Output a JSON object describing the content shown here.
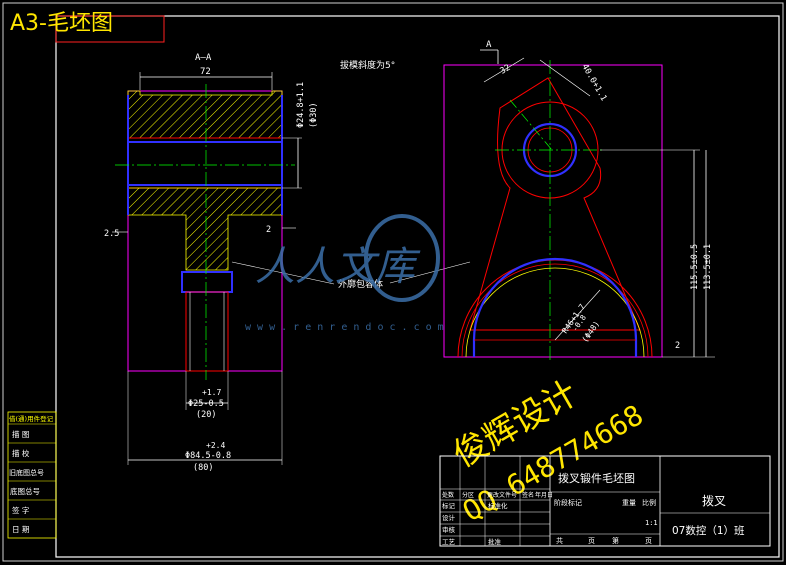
{
  "sheet": {
    "title": "A3-毛坯图"
  },
  "section_view": {
    "label": "A—A",
    "top_width": "72",
    "bore_dim": "Φ24.8+1.1",
    "bore_dim_sub": "(Φ30)",
    "left_offset": "2.5",
    "right_offset": "2",
    "small_dia_tol": "+1.7",
    "small_dia": "Φ25-0.5",
    "small_dia_sub": "(20)",
    "big_dia_tol": "+2.4",
    "big_dia": "Φ84.5-0.8",
    "big_dia_sub": "(80)"
  },
  "notes": {
    "draft_angle": "拔模斜度为5°",
    "envelope_label": "外廓包容体"
  },
  "front_view": {
    "section_mark": "A",
    "dim_top": "32",
    "dim_width": "40.0+1.1",
    "dim_height1": "115.5±0.5",
    "dim_height2": "113.5±0.1",
    "radius_dim": "R46+1.7",
    "radius_tol": "-0.8",
    "radius_sub": "(Φ48)",
    "bottom_offset": "2"
  },
  "watermark": {
    "brand": "人人文库",
    "url": "w w w . r e n r e n d o c . c o m",
    "designer": "俊辉设计",
    "qq": "QQ 648774668"
  },
  "title_block": {
    "drawing_name": "拨叉锻件毛坯图",
    "part_name": "拨叉",
    "class_name": "07数控（1）班",
    "row_labels_left": [
      "标记",
      "设计",
      "审核",
      "工艺"
    ],
    "col_labels": [
      "处数",
      "分区",
      "更改文件号",
      "签名",
      "年月日"
    ],
    "mid_labels": [
      "标准化",
      "批准"
    ],
    "stage_label": "阶段标记",
    "weight_label": "重量",
    "scale_label": "比例",
    "scale_value": "1:1",
    "sheet_total": "共",
    "sheet_unit": "页",
    "sheet_current": "第",
    "sheet_unit2": "页"
  },
  "side_table": {
    "header": "借(通)用件登记",
    "rows": [
      "描 图",
      "描 校",
      "旧底图总号",
      "底图总号",
      "签 字",
      "日 期"
    ]
  }
}
